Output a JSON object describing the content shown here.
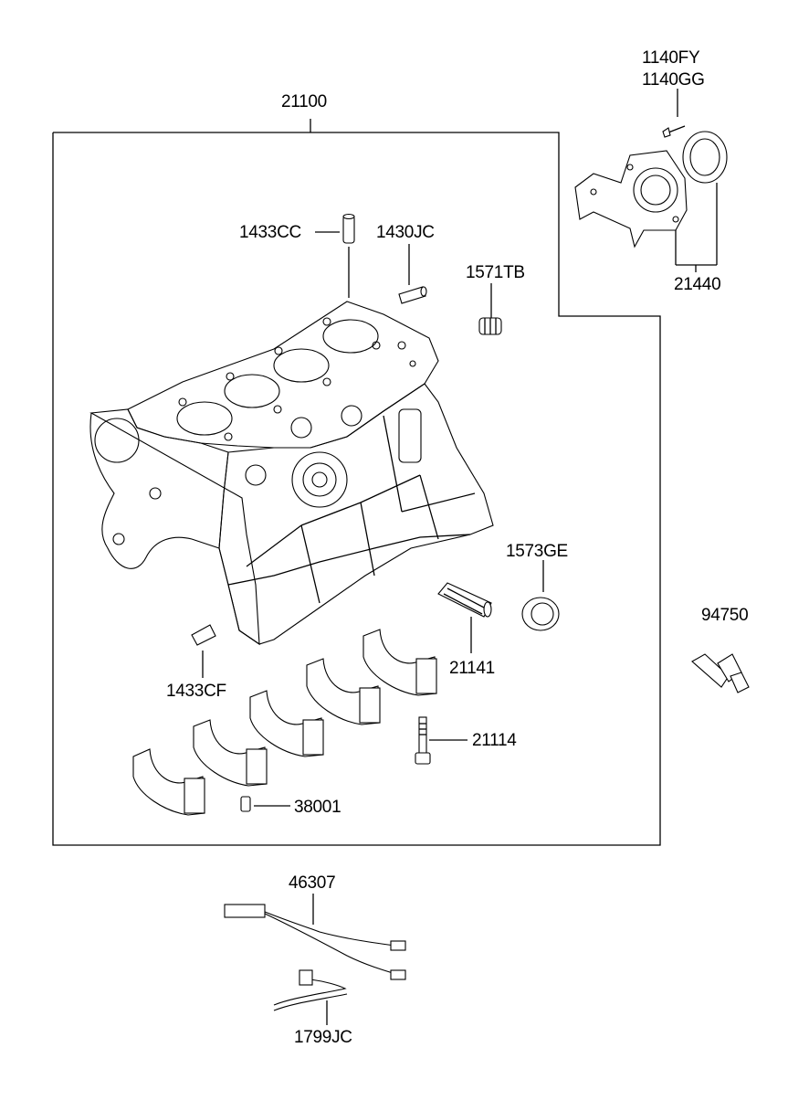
{
  "parts": {
    "cylinder_block": "21100",
    "plug_1433cc": "1433CC",
    "pin_1430jc": "1430JC",
    "plug_1571tb": "1571TB",
    "bolt_1140fy": "1140FY",
    "bolt_1140gg": "1140GG",
    "oil_seal_case": "21440",
    "plug_1573ge": "1573GE",
    "stud_21141": "21141",
    "pin_1433cf": "1433CF",
    "bolt_21114": "21114",
    "pin_38001": "38001",
    "switch_94750": "94750",
    "harness_46307": "46307",
    "clip_1799jc": "1799JC"
  }
}
